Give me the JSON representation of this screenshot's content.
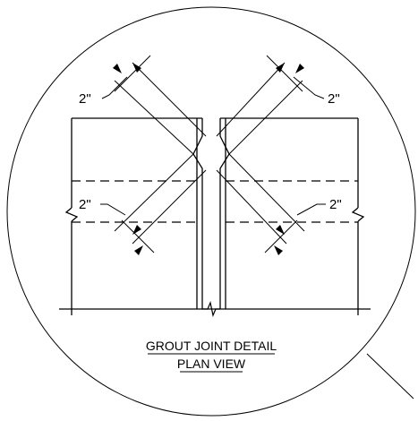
{
  "detail": {
    "title_line1": "GROUT JOINT DETAIL",
    "title_line2": "PLAN VIEW"
  },
  "dimensions": {
    "top_left": "2\"",
    "top_right": "2\"",
    "bottom_left": "2\"",
    "bottom_right": "2\""
  },
  "colors": {
    "line": "#000000",
    "background": "#ffffff"
  }
}
